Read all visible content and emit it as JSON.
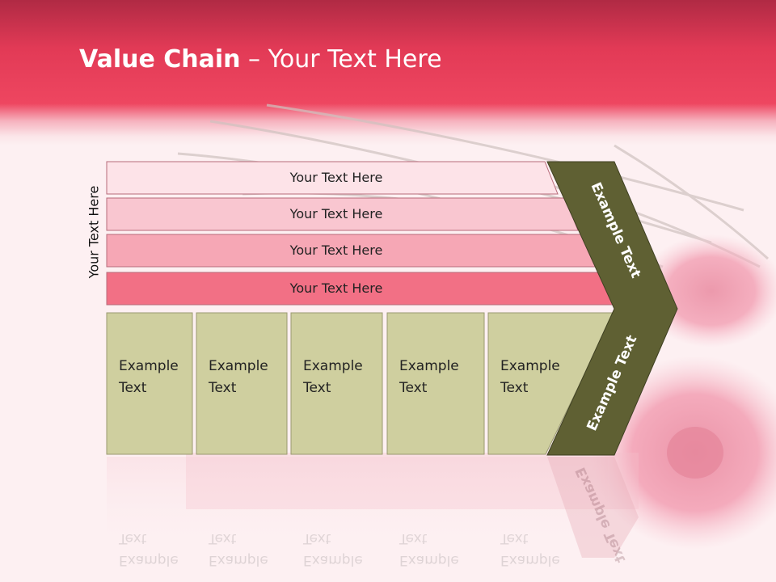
{
  "title": {
    "bold": "Value Chain",
    "rest": " – Your Text Here"
  },
  "side_label": "Your Text Here",
  "rows": [
    {
      "label": "Your Text Here",
      "color": "#fde3e8"
    },
    {
      "label": "Your Text Here",
      "color": "#f9c6d0"
    },
    {
      "label": "Your Text Here",
      "color": "#f6a7b5"
    },
    {
      "label": "Your Text Here",
      "color": "#f27085"
    }
  ],
  "columns": [
    {
      "line1": "Example",
      "line2": "Text"
    },
    {
      "line1": "Example",
      "line2": "Text"
    },
    {
      "line1": "Example",
      "line2": "Text"
    },
    {
      "line1": "Example",
      "line2": "Text"
    },
    {
      "line1": "Example",
      "line2": "Text"
    }
  ],
  "chevron": {
    "upper_label": "Example Text",
    "lower_label": "Example Text",
    "color": "#5f6033"
  },
  "colors": {
    "header": "#ee4660",
    "column_fill": "#cfcf9f",
    "title_text": "#ffffff"
  }
}
